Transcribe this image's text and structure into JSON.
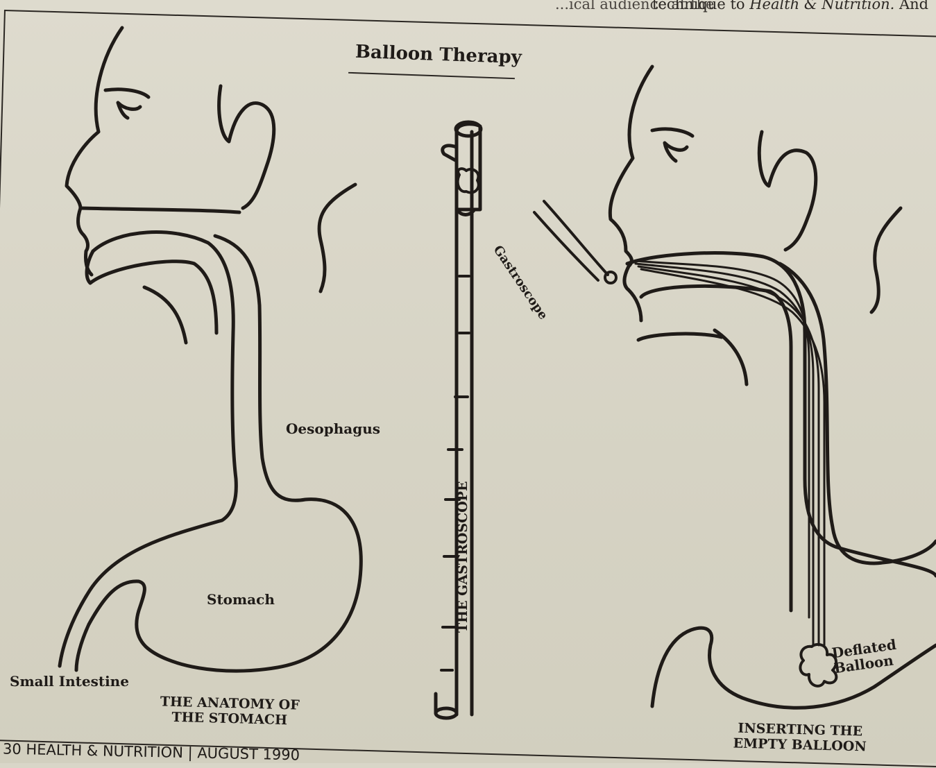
{
  "top_text": {
    "left_column": "...ical audience at the",
    "right_column_prefix": "technique to ",
    "right_column_italic": "Health & Nutrition.",
    "right_column_suffix": " And"
  },
  "title": "Balloon Therapy",
  "labels": {
    "oesophagus": "Oesophagus",
    "stomach": "Stomach",
    "small_intestine": "Small Intestine",
    "gastroscope_small": "Gastroscope",
    "gastroscope_vertical": "THE GASTROSCOPE",
    "deflated_balloon_line1": "Deflated",
    "deflated_balloon_line2": "Balloon"
  },
  "captions": {
    "anatomy_line1": "THE ANATOMY OF",
    "anatomy_line2": "THE STOMACH",
    "inserting_line1": "INSERTING THE",
    "inserting_line2": "EMPTY BALLOON"
  },
  "footer": "30  HEALTH & NUTRITION  | AUGUST 1990",
  "colors": {
    "paper": "#d9d6c8",
    "ink": "#1f1b18"
  }
}
